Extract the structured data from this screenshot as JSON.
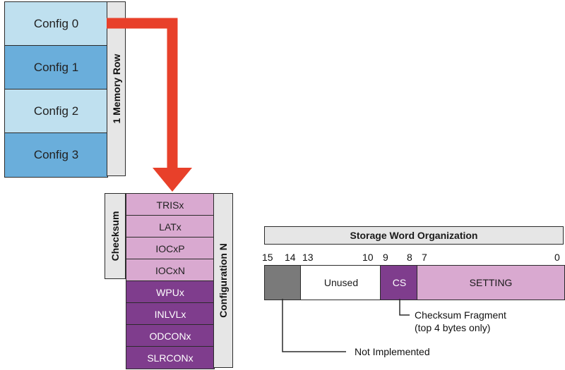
{
  "memory_row": {
    "configs": [
      "Config 0",
      "Config 1",
      "Config 2",
      "Config 3"
    ],
    "side_label": "1 Memory Row"
  },
  "configuration": {
    "registers": [
      "TRISx",
      "LATx",
      "IOCxP",
      "IOCxN",
      "WPUx",
      "INLVLx",
      "ODCONx",
      "SLRCONx"
    ],
    "checksum_label": "Checksum",
    "side_label": "Configuration N"
  },
  "storage_word": {
    "title": "Storage Word Organization",
    "bit_numbers": [
      "15",
      "14",
      "13",
      "10",
      "9",
      "8",
      "7",
      "0"
    ],
    "fields": [
      "Unused",
      "CS",
      "SETTING"
    ],
    "checksum_note_line1": "Checksum Fragment",
    "checksum_note_line2": "(top 4 bytes only)",
    "not_implemented_note": "Not Implemented"
  },
  "colors": {
    "arrow": "#e8402a",
    "config_light": "#bfe0ef",
    "config_dark": "#6aaedb",
    "register_pale": "#d9a9d0",
    "register_deep": "#7f3d8d",
    "not_implemented": "#7a7a7a",
    "label_bar": "#e6e6e6"
  }
}
